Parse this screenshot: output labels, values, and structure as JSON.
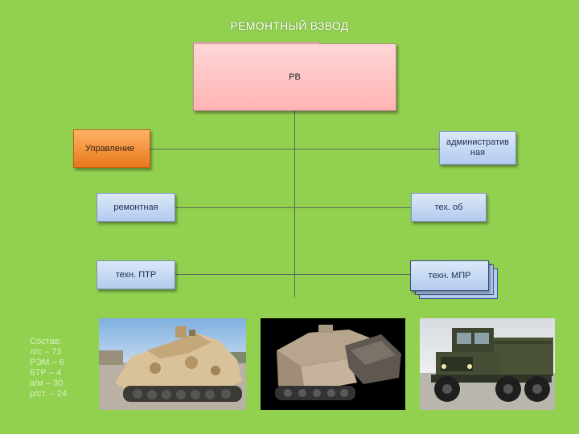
{
  "title": "РЕМОНТНЫЙ ВЗВОД",
  "nodes": {
    "rv": "РВ",
    "management": "Управление",
    "administrative": "административ\nная",
    "repair": "ремонтная",
    "tech_ob": "тех. об",
    "tech_ptr": "техн. ПТР",
    "tech_mpr": "техн. МПР"
  },
  "composition": {
    "heading": "Состав:",
    "lines": [
      "л/с – 73",
      "РЭМ – 6",
      "БТР – 4",
      "а/м – 30",
      "р/ст. – 24"
    ]
  },
  "photos": [
    {
      "subject": "desert-camouflage armored recovery vehicle"
    },
    {
      "subject": "tracked engineering vehicle with dozer blade"
    },
    {
      "subject": "military cargo truck"
    }
  ],
  "colors": {
    "background": "#92d050",
    "rv_box": "#ffc0c0",
    "management_box": "#f39239",
    "unit_box": "#c6d9f1"
  }
}
